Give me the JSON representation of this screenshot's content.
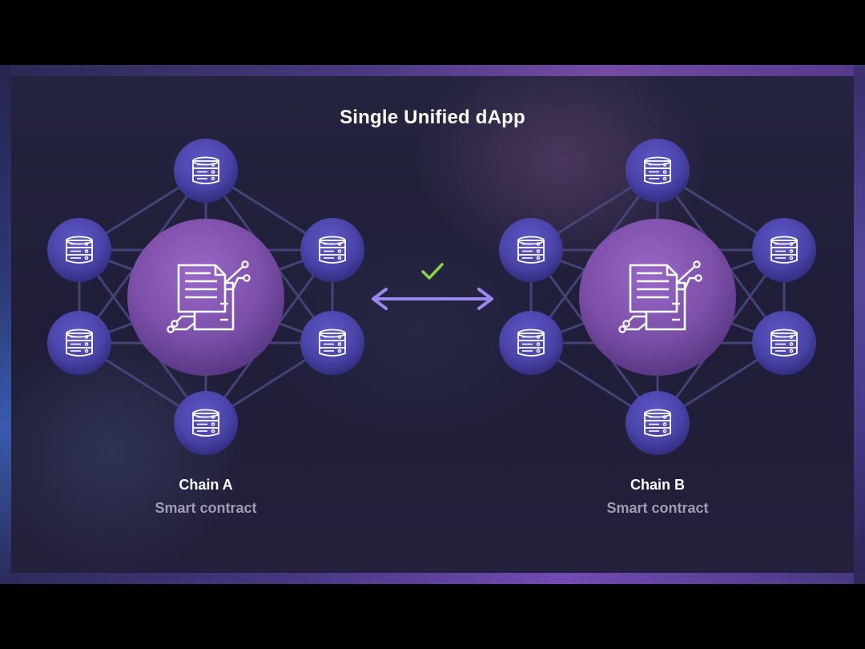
{
  "title": "Single Unified dApp",
  "icons": {
    "node": "database-server-icon",
    "center": "smart-contract-document-icon",
    "link": "double-arrow-icon",
    "status": "checkmark-icon"
  },
  "colors": {
    "node_fill": "#4a44a8",
    "center_fill": "#7c4fa8",
    "edge": "#4a4a82",
    "arrow": "#9b88ee",
    "check": "#8fd13f"
  },
  "chains": [
    {
      "name": "Chain A",
      "subtitle": "Smart contract"
    },
    {
      "name": "Chain B",
      "subtitle": "Smart contract"
    }
  ]
}
